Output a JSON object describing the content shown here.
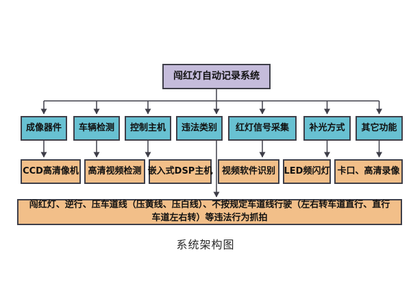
{
  "diagram": {
    "caption": "系统架构图",
    "root": {
      "label": "闯红灯自动记录系统"
    },
    "level2": [
      {
        "label": "成像器件"
      },
      {
        "label": "车辆检测"
      },
      {
        "label": "控制主机"
      },
      {
        "label": "违法类别"
      },
      {
        "label": "红灯信号采集"
      },
      {
        "label": "补光方式"
      },
      {
        "label": "其它功能"
      }
    ],
    "level3": [
      {
        "label": "CCD高清像机"
      },
      {
        "label": "高清视频检测"
      },
      {
        "label": "嵌入式DSP主机"
      },
      {
        "label": "视频软件识别"
      },
      {
        "label": "LED频闪灯"
      },
      {
        "label": "卡口、高清录像"
      }
    ],
    "violation": {
      "label": "闯红灯、逆行、压车道线（压黄线、压白线）、不按规定车道线行驶（左右转车道直行、直行车道左右转）等违法行为抓拍"
    }
  },
  "colors": {
    "root_fill": "#c5bcdb",
    "level2_fill": "#68c1d2",
    "level3_fill": "#f2bf89",
    "violation_fill": "#f2bf89",
    "border": "#3e3e48",
    "connector": "#3e3e48",
    "text": "#111111",
    "background": "#ffffff"
  }
}
